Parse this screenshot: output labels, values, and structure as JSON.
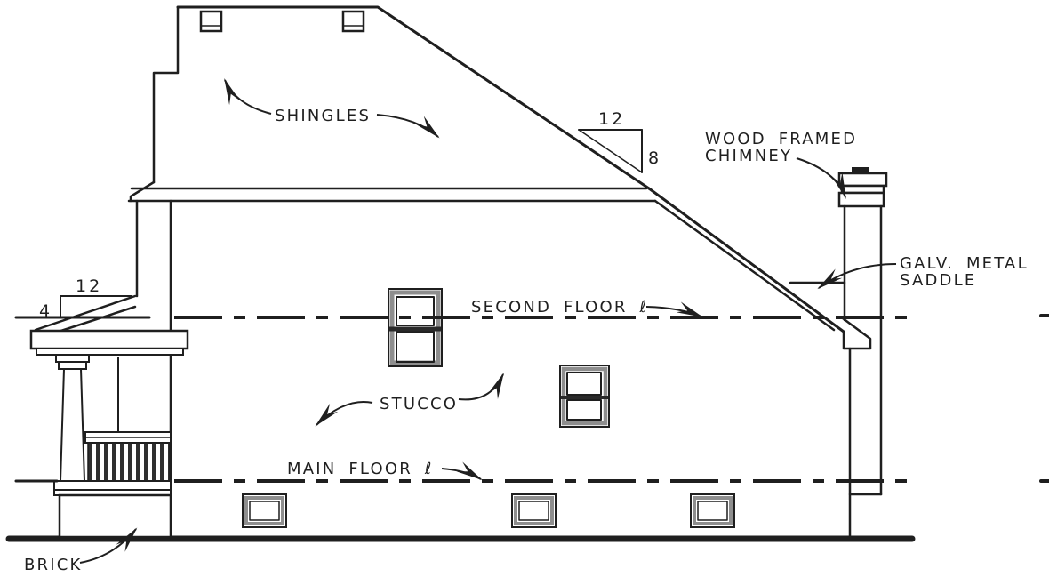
{
  "colors": {
    "ink": "#1f1f1f",
    "window_frame": "#8e8e8e",
    "paper": "#ffffff"
  },
  "labels": {
    "shingles": "SHINGLES",
    "chimney_line1": "WOOD FRAMED",
    "chimney_line2": "CHIMNEY",
    "saddle_line1": "GALV. METAL",
    "saddle_line2": "SADDLE",
    "second_floor": "SECOND FLOOR ℓ",
    "stucco": "STUCCO",
    "main_floor": "MAIN FLOOR ℓ",
    "brick": "BRICK"
  },
  "pitch_markers": {
    "main_roof": {
      "run": "12",
      "rise": "8"
    },
    "porch_roof": {
      "run": "12",
      "rise": "4"
    }
  }
}
